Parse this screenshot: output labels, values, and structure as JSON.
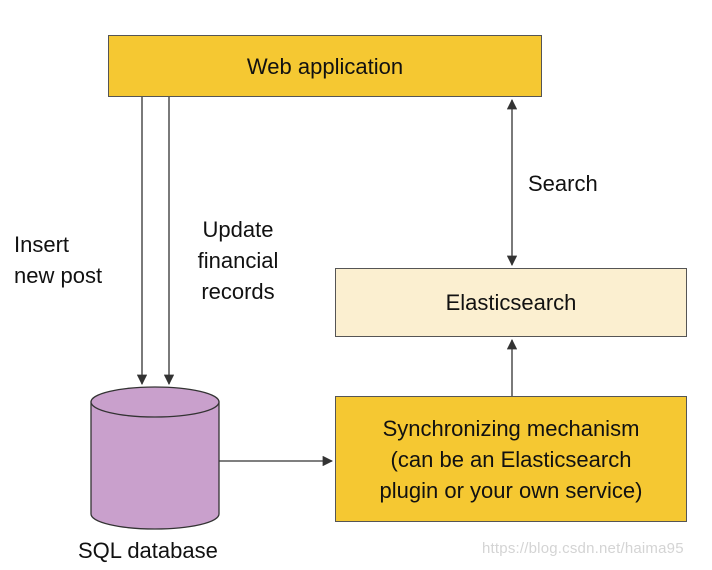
{
  "diagram": {
    "web_application": "Web application",
    "elasticsearch": "Elasticsearch",
    "sync_lines": [
      "Synchronizing mechanism",
      "(can be an Elasticsearch",
      "plugin or your own service)"
    ],
    "sql_database": "SQL database",
    "edges": {
      "insert_lines": [
        "Insert",
        "new post"
      ],
      "update_lines": [
        "Update",
        "financial",
        "records"
      ],
      "search": "Search"
    }
  },
  "watermark": "https://blog.csdn.net/haima95",
  "colors": {
    "yellow_box": "#F5C832",
    "elasticsearch_box": "#FBEFD0",
    "database": "#C9A0CC",
    "stroke": "#333333"
  }
}
